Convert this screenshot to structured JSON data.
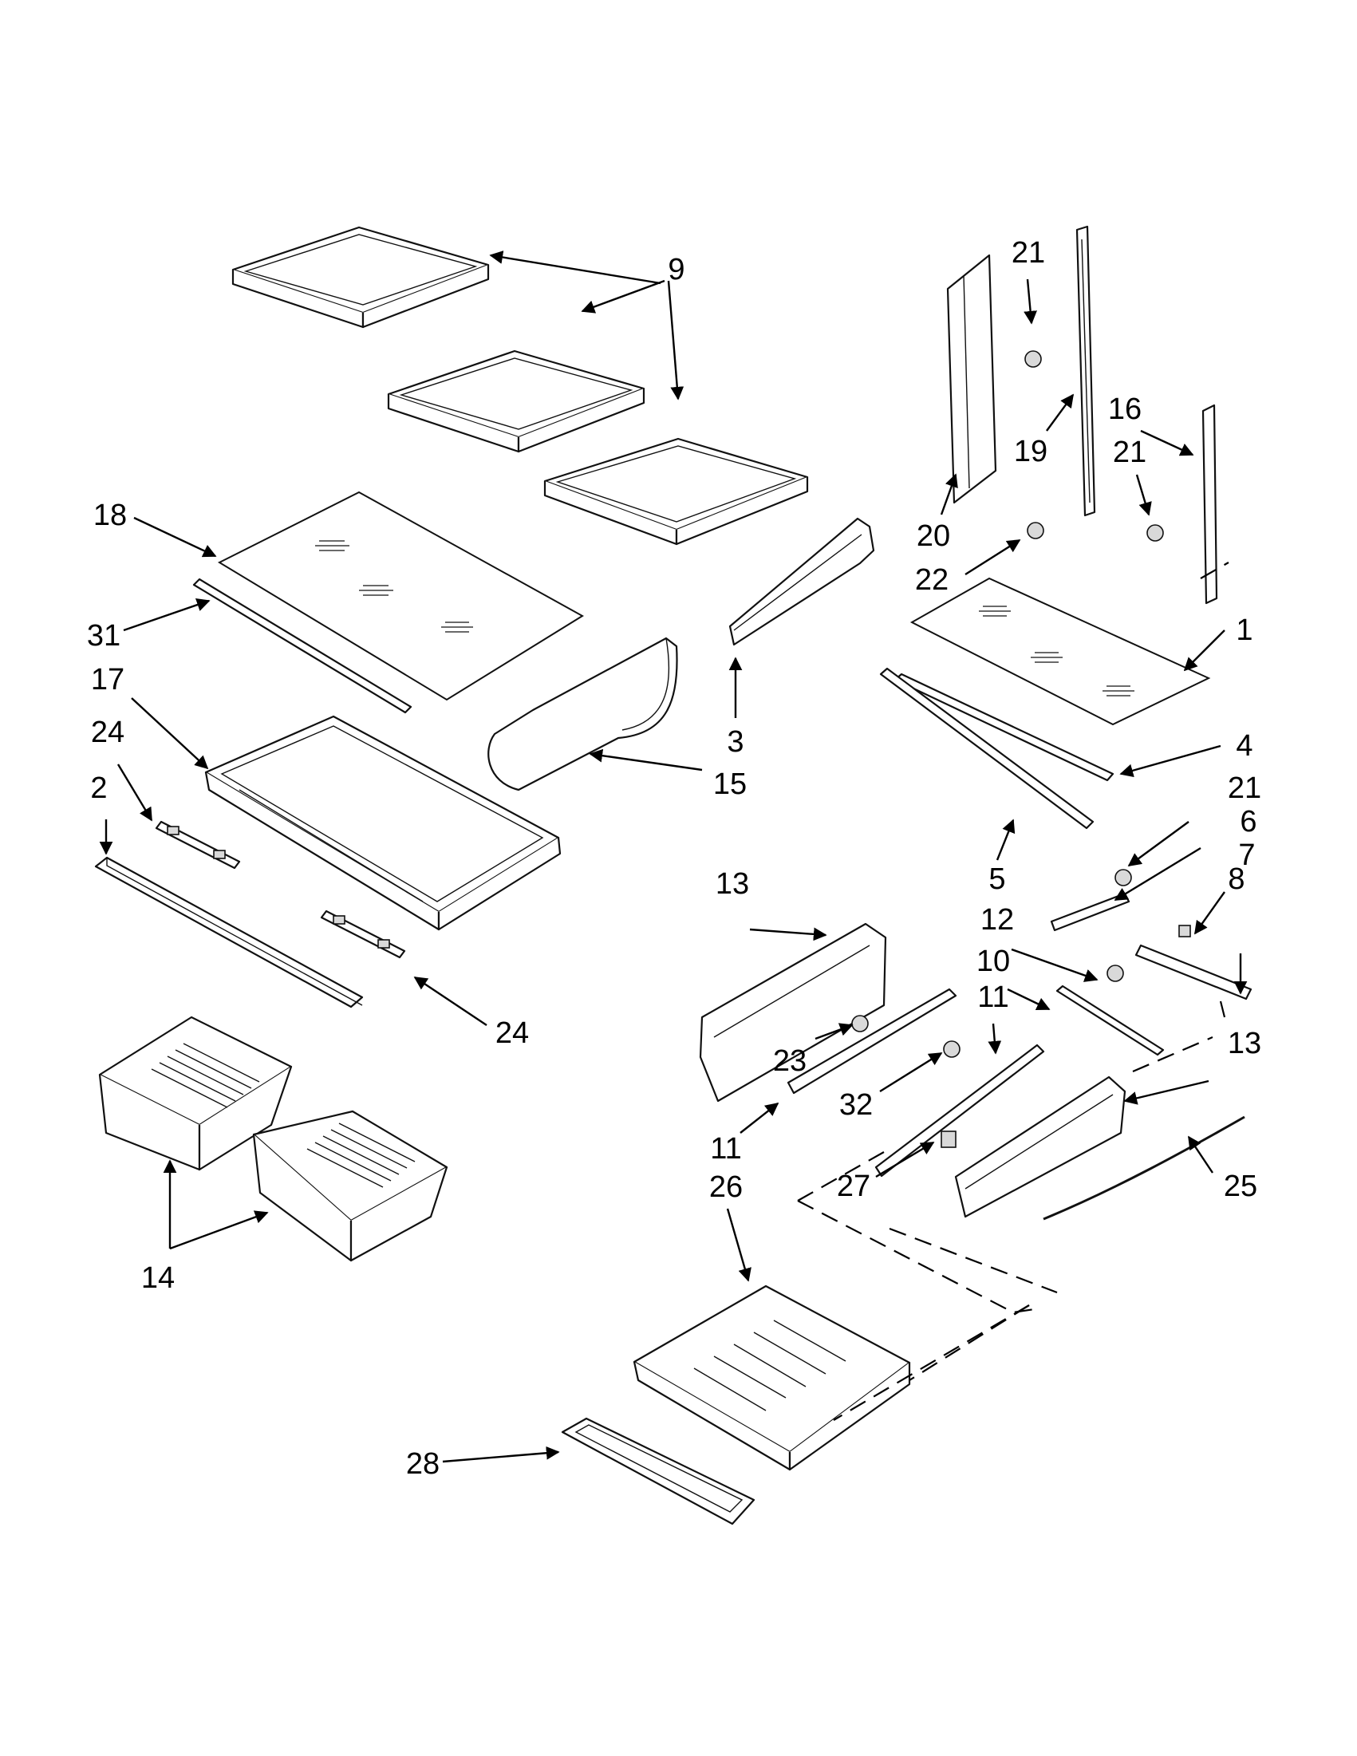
{
  "callouts": [
    {
      "id": "9",
      "text": "9"
    },
    {
      "id": "21a",
      "text": "21"
    },
    {
      "id": "19",
      "text": "19"
    },
    {
      "id": "16",
      "text": "16"
    },
    {
      "id": "21b",
      "text": "21"
    },
    {
      "id": "20",
      "text": "20"
    },
    {
      "id": "22",
      "text": "22"
    },
    {
      "id": "18",
      "text": "18"
    },
    {
      "id": "31",
      "text": "31"
    },
    {
      "id": "17",
      "text": "17"
    },
    {
      "id": "24a",
      "text": "24"
    },
    {
      "id": "2",
      "text": "2"
    },
    {
      "id": "3",
      "text": "3"
    },
    {
      "id": "15",
      "text": "15"
    },
    {
      "id": "1",
      "text": "1"
    },
    {
      "id": "4",
      "text": "4"
    },
    {
      "id": "21c",
      "text": "21"
    },
    {
      "id": "6",
      "text": "6"
    },
    {
      "id": "7",
      "text": "7"
    },
    {
      "id": "5",
      "text": "5"
    },
    {
      "id": "12",
      "text": "12"
    },
    {
      "id": "8",
      "text": "8"
    },
    {
      "id": "13a",
      "text": "13"
    },
    {
      "id": "10",
      "text": "10"
    },
    {
      "id": "11a",
      "text": "11"
    },
    {
      "id": "24b",
      "text": "24"
    },
    {
      "id": "13b",
      "text": "13"
    },
    {
      "id": "23",
      "text": "23"
    },
    {
      "id": "32",
      "text": "32"
    },
    {
      "id": "11b",
      "text": "11"
    },
    {
      "id": "26",
      "text": "26"
    },
    {
      "id": "27",
      "text": "27"
    },
    {
      "id": "25",
      "text": "25"
    },
    {
      "id": "14",
      "text": "14"
    },
    {
      "id": "28",
      "text": "28"
    }
  ]
}
